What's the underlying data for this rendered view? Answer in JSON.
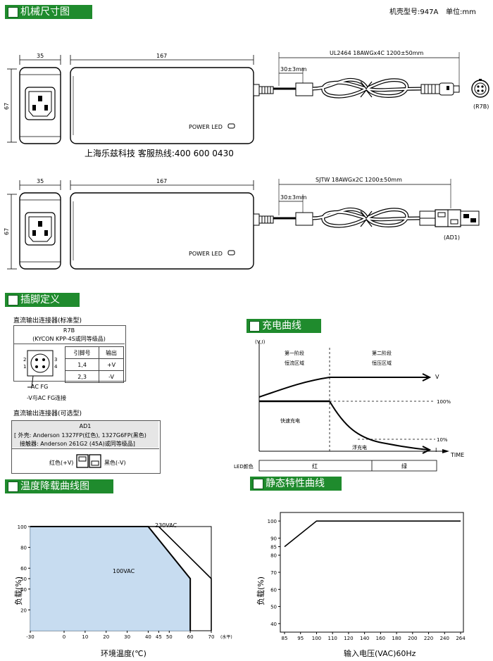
{
  "sections": {
    "dimensions": "机械尺寸图",
    "pin_definition": "插脚定义",
    "charge_curve": "充电曲线",
    "derating_curve": "温度降载曲线图",
    "static_curve": "静态特性曲线"
  },
  "top_right": {
    "model": "机壳型号:947A",
    "unit": "单位:mm"
  },
  "drawing1": {
    "dim_width": "35",
    "dim_length": "167",
    "dim_height": "67",
    "cable_label": "UL2464 18AWGx4C 1200±50mm",
    "ferrite_dim": "30±3mm",
    "led_label": "POWER LED",
    "connector_code": "(R7B)",
    "company_line": "上海乐兹科技 客服热线:400 600 0430"
  },
  "drawing2": {
    "dim_width": "35",
    "dim_length": "167",
    "dim_height": "67",
    "cable_label": "SJTW 18AWGx2C 1200±50mm",
    "ferrite_dim": "30±3mm",
    "led_label": "POWER LED",
    "connector_code": "(AD1)"
  },
  "pins": {
    "std_title": "直流输出连接器(标准型)",
    "r7b_name": "R7B",
    "r7b_sub": "(KYCON KPP-4S或同等级品)",
    "col_pin": "引脚号",
    "col_out": "输出",
    "rows": [
      {
        "pin": "1,4",
        "out": "+V"
      },
      {
        "pin": "2,3",
        "out": "-V"
      }
    ],
    "pin_numbers": {
      "p1": "1",
      "p2": "2",
      "p3": "3",
      "p4": "4"
    },
    "acfg": "AC FG",
    "acfg_note": "-V与AC FG连接",
    "opt_title": "直流输出连接器(可选型)",
    "ad1_name": "AD1",
    "ad1_line1": "[ 外壳: Anderson 1327FP(红色), 1327G6FP(黑色)",
    "ad1_line2": "接触器: Anderson 261G2 (45A)或同等级品]",
    "red_label": "红色(+V)",
    "black_label": "黑色(-V)"
  },
  "charge": {
    "y_axis": "(V,I)",
    "stage1_a": "第一阶段",
    "stage1_b": "恒流区域",
    "stage2_a": "第二阶段",
    "stage2_b": "恒压区域",
    "v_label": "V",
    "i_label": "I",
    "pct100": "100%",
    "pct10": "10%",
    "fast": "快速充电",
    "float": "浮充电",
    "time": "TIME",
    "led_color": "LED颜色",
    "red": "红",
    "green": "绿"
  },
  "colors": {
    "section_green": "#1f8b2d",
    "derating_fill": "#c7dcf0",
    "derating_fill_edge": "#7fa9cf"
  },
  "chart_data": [
    {
      "type": "area",
      "series": [
        {
          "name": "100VAC",
          "x": [
            -30,
            40,
            60,
            60
          ],
          "y": [
            100,
            100,
            50,
            0
          ]
        },
        {
          "name": "230VAC",
          "x": [
            -30,
            45,
            70,
            70
          ],
          "y": [
            100,
            100,
            50,
            0
          ]
        }
      ],
      "xticks": [
        "-30",
        "0",
        "10",
        "20",
        "30",
        "40",
        "45",
        "50",
        "60",
        "70"
      ],
      "yticks": [
        "20",
        "40",
        "50",
        "60",
        "80",
        "100"
      ],
      "x_unit": "(水平)",
      "xlabel": "环境温度(℃)",
      "ylabel": "负载(%)",
      "ylim": [
        0,
        100
      ]
    },
    {
      "type": "line",
      "series": [
        {
          "x": [
            85,
            100,
            264
          ],
          "y": [
            85,
            100,
            100
          ]
        }
      ],
      "xticks": [
        "85",
        "95",
        "100",
        "110",
        "120",
        "140",
        "160",
        "180",
        "200",
        "220",
        "240",
        "264"
      ],
      "yticks": [
        "40",
        "50",
        "60",
        "70",
        "80",
        "85",
        "90",
        "100"
      ],
      "xlabel": "输入电压(VAC)60Hz",
      "ylabel": "负载(%)",
      "ylim": [
        35,
        105
      ]
    }
  ]
}
